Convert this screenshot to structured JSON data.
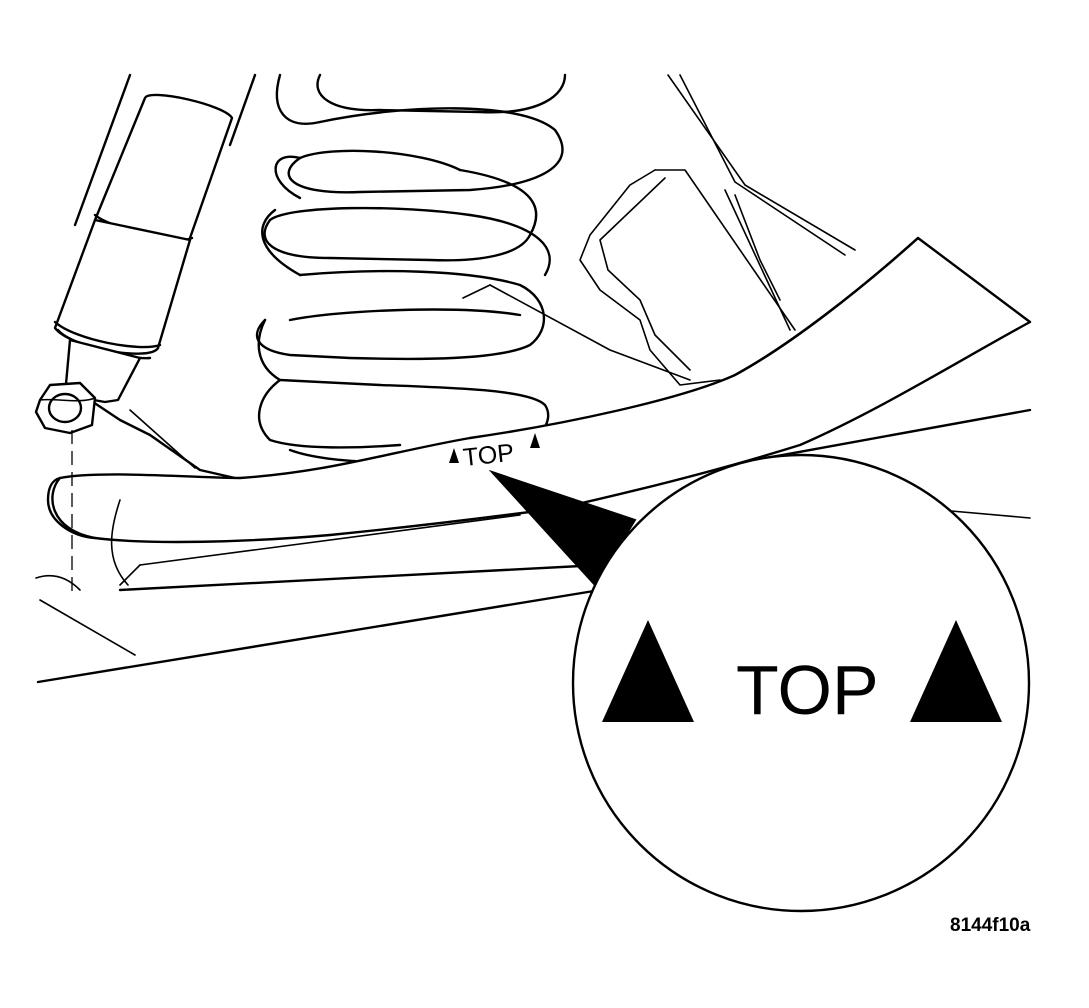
{
  "diagram": {
    "marking_text": "TOP",
    "callout_text": "TOP",
    "figure_reference": "8144f10a",
    "colors": {
      "line": "#000000",
      "background": "#ffffff"
    },
    "icons": [
      "triangle-up-icon",
      "magnifier-callout"
    ]
  }
}
